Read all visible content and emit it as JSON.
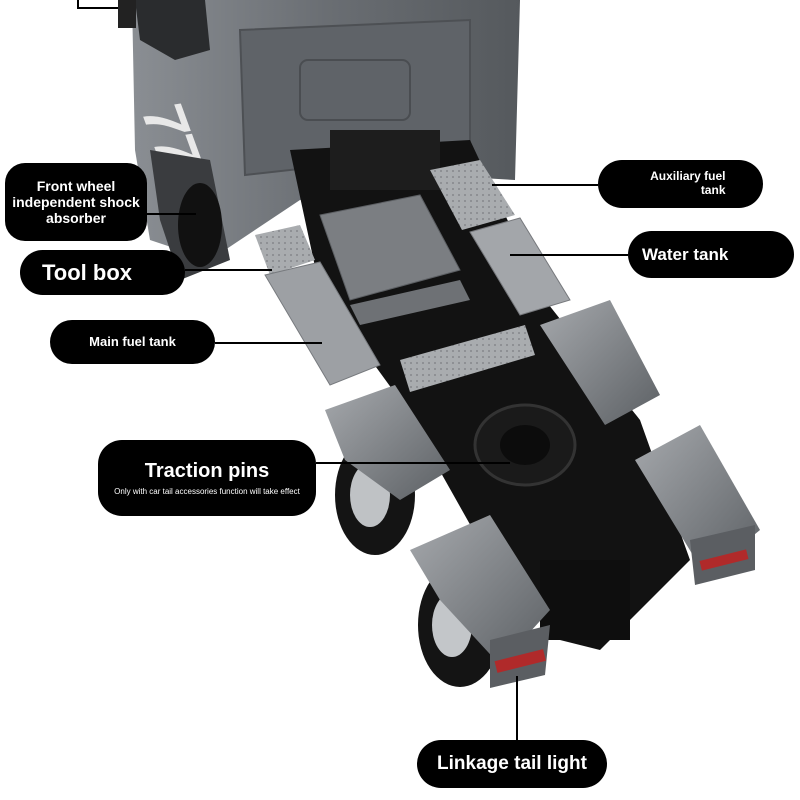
{
  "labels": {
    "front_wheel": "Front wheel independent shock absorber",
    "tool_box": "Tool box",
    "main_fuel_tank": "Main fuel tank",
    "traction_pins": "Traction pins",
    "traction_pins_note": "Only with car tail accessories function will take effect",
    "auxiliary_fuel_tank": "Auxiliary fuel tank",
    "water_tank": "Water tank",
    "linkage_tail_light": "Linkage tail light"
  },
  "cab_number": "770",
  "colors": {
    "label_bg": "#000000",
    "label_text": "#ffffff",
    "truck_body": "#6d7176",
    "chassis": "#121212"
  }
}
